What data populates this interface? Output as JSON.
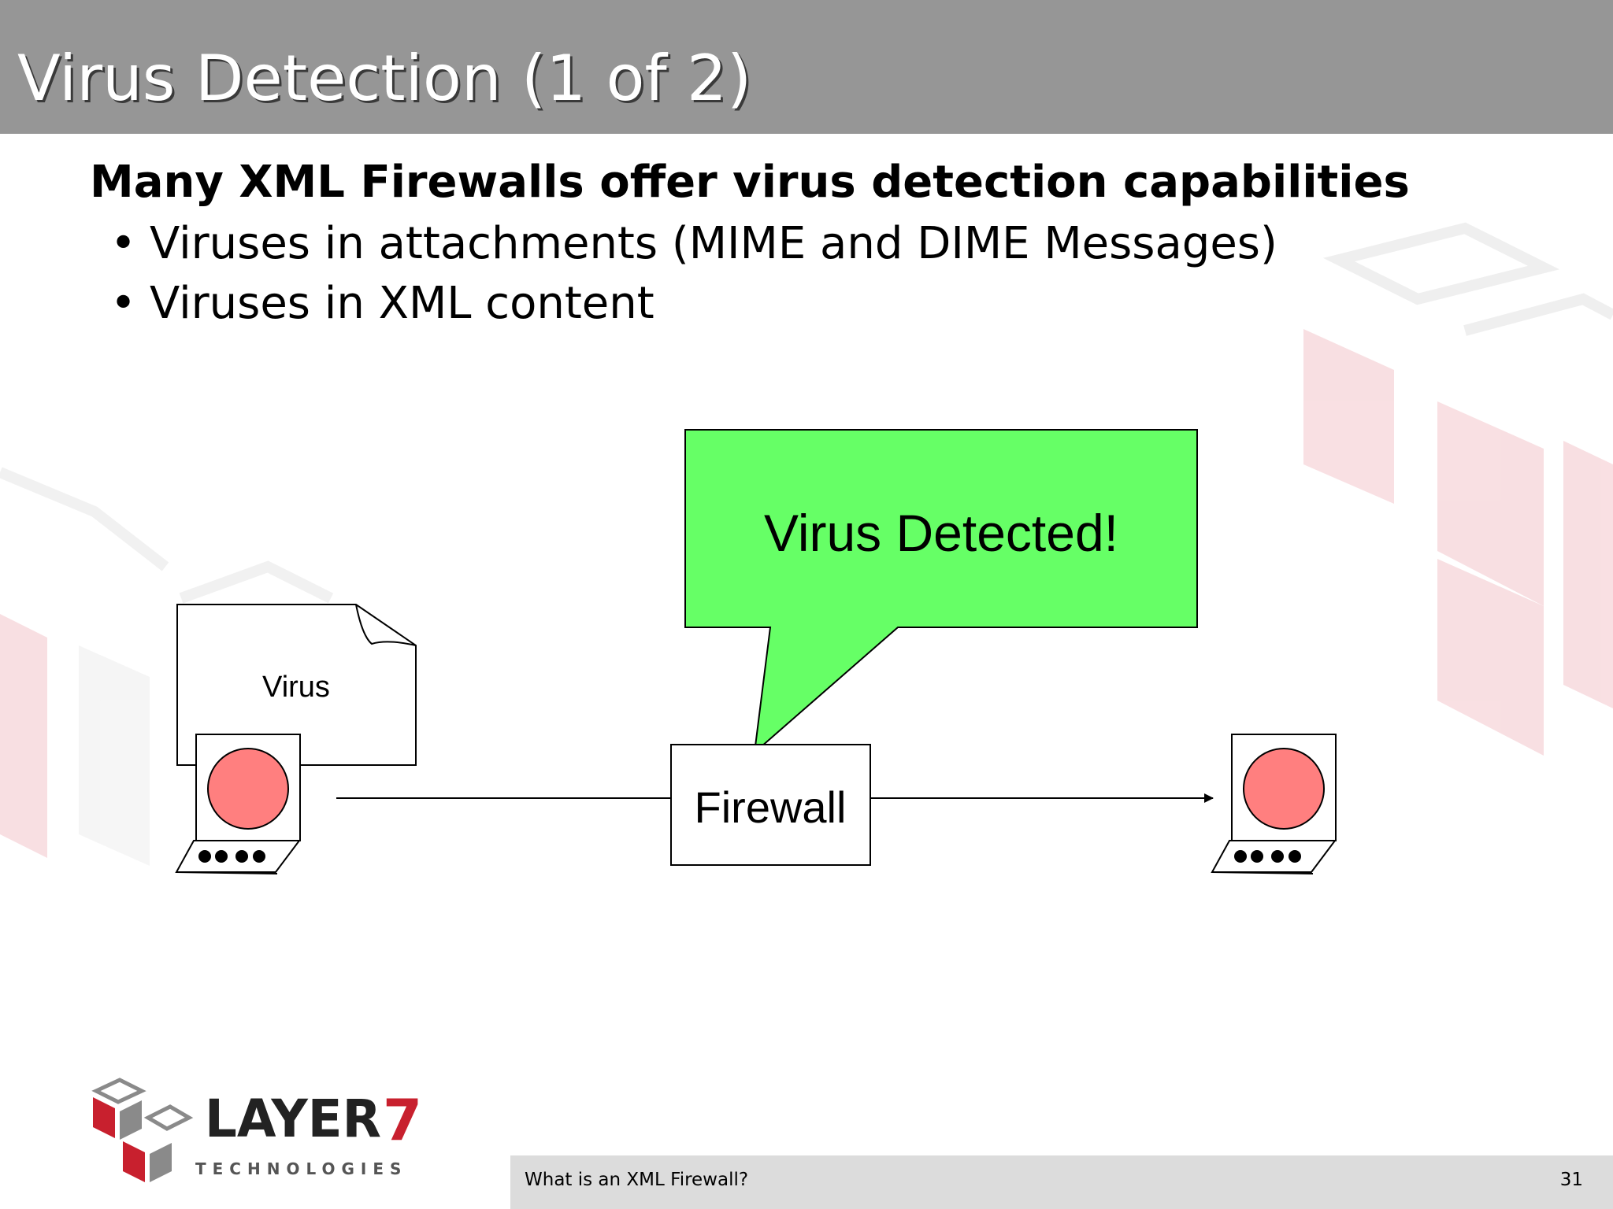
{
  "slide": {
    "title": "Virus Detection (1 of 2)",
    "heading": "Many XML Firewalls offer virus detection capabilities",
    "bullets": [
      "Viruses in attachments (MIME and DIME Messages)",
      "Viruses in XML content"
    ]
  },
  "diagram": {
    "callout_text": "Virus Detected!",
    "document_label": "Virus",
    "firewall_label": "Firewall",
    "colors": {
      "callout_fill": "#66ff66",
      "computer_screen": "#ff7f7f"
    }
  },
  "logo": {
    "name": "LAYER",
    "number": "7",
    "tagline": "TECHNOLOGIES"
  },
  "footer": {
    "text": "What is an XML Firewall?",
    "page_number": "31"
  },
  "colors": {
    "title_bar": "#969696",
    "footer_bar": "#dcdcdc",
    "logo_red": "#c8202e",
    "logo_gray": "#8a8a8a"
  }
}
